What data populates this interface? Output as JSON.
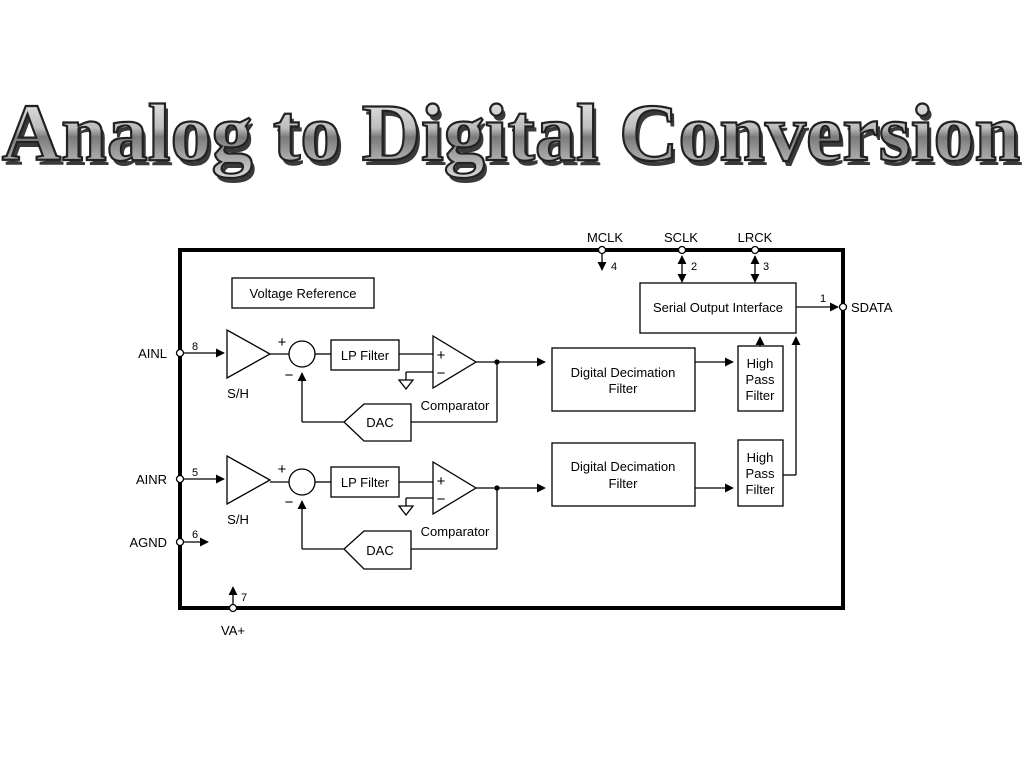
{
  "title": "Analog to Digital Conversion",
  "diagram": {
    "pins": {
      "mclk": {
        "label": "MCLK",
        "number": "4"
      },
      "sclk": {
        "label": "SCLK",
        "number": "2"
      },
      "lrck": {
        "label": "LRCK",
        "number": "3"
      },
      "sdata": {
        "label": "SDATA",
        "number": "1"
      },
      "ainl": {
        "label": "AINL",
        "number": "8"
      },
      "ainr": {
        "label": "AINR",
        "number": "5"
      },
      "agnd": {
        "label": "AGND",
        "number": "6"
      },
      "vaplus": {
        "label": "VA+",
        "number": "7"
      }
    },
    "blocks": {
      "voltage_reference": "Voltage Reference",
      "serial_output_interface": "Serial Output Interface",
      "lp_filter": "LP Filter",
      "dac": "DAC",
      "comparator": "Comparator",
      "sample_hold": "S/H",
      "decimation_line1": "Digital Decimation",
      "decimation_line2": "Filter",
      "hpf_line1": "High",
      "hpf_line2": "Pass",
      "hpf_line3": "Filter"
    },
    "signs": {
      "plus": "+",
      "minus": "−"
    }
  }
}
